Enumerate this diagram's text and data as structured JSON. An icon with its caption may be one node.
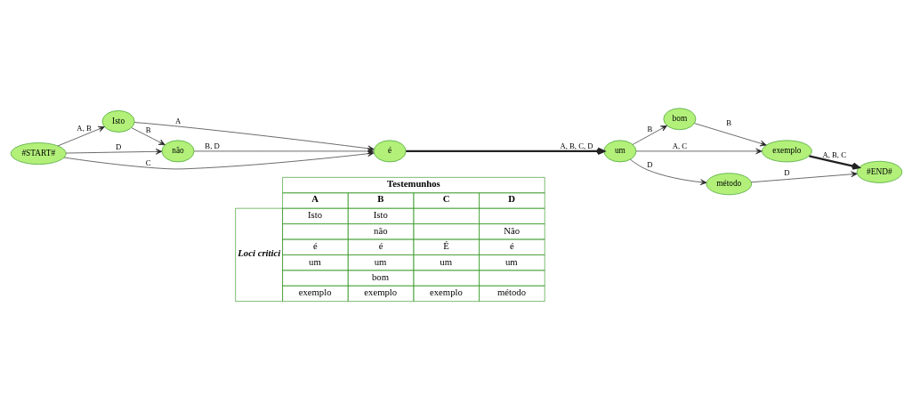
{
  "diagram": {
    "nodes": [
      {
        "text": [
          "#START#"
        ]
      },
      {
        "text": [
          "Isto"
        ]
      },
      {
        "text": [
          "não"
        ]
      },
      {
        "text": [
          "é"
        ]
      },
      {
        "text": [
          "um"
        ]
      },
      {
        "text": [
          "bom"
        ]
      },
      {
        "text": [
          "exemplo"
        ]
      },
      {
        "text": [
          "método"
        ]
      },
      {
        "text": [
          "#END#"
        ]
      }
    ],
    "edges": [
      {
        "from": 0,
        "to": 3,
        "arrow": "to",
        "label": "C"
      },
      {
        "from": 0,
        "to": 1,
        "arrow": "to",
        "label": "A, B"
      },
      {
        "from": 0,
        "to": 2,
        "arrow": "to",
        "label": "D"
      },
      {
        "from": 1,
        "to": 3,
        "arrow": "to",
        "label": "A"
      },
      {
        "from": 1,
        "to": 2,
        "arrow": "to",
        "label": "B"
      },
      {
        "from": 2,
        "to": 3,
        "arrow": "to",
        "label": "B, D"
      },
      {
        "from": 3,
        "to": 4,
        "arrow": "to",
        "label": "A, B, C, D",
        "style": "thick"
      },
      {
        "from": 4,
        "to": 5,
        "arrow": "to",
        "label": "B"
      },
      {
        "from": 5,
        "to": 6,
        "arrow": "to",
        "label": "B"
      },
      {
        "from": 4,
        "to": 6,
        "arrow": "to",
        "label": "A, C"
      },
      {
        "from": 4,
        "to": 7,
        "arrow": "to",
        "label": "D"
      },
      {
        "from": 6,
        "to": 8,
        "arrow": "to",
        "label": "A, B, C",
        "style": "thick"
      },
      {
        "from": 7,
        "to": 8,
        "arrow": "to",
        "label": "D"
      }
    ],
    "labels": [
      "Testemunhos",
      "A",
      "B",
      "C",
      "D",
      "Loci critici",
      "Isto",
      "Isto",
      "não",
      "Não",
      "é",
      "é",
      "É",
      "é",
      "um",
      "um",
      "um",
      "um",
      "bom",
      "exemplo",
      "exemplo",
      "exemplo",
      "método"
    ]
  }
}
